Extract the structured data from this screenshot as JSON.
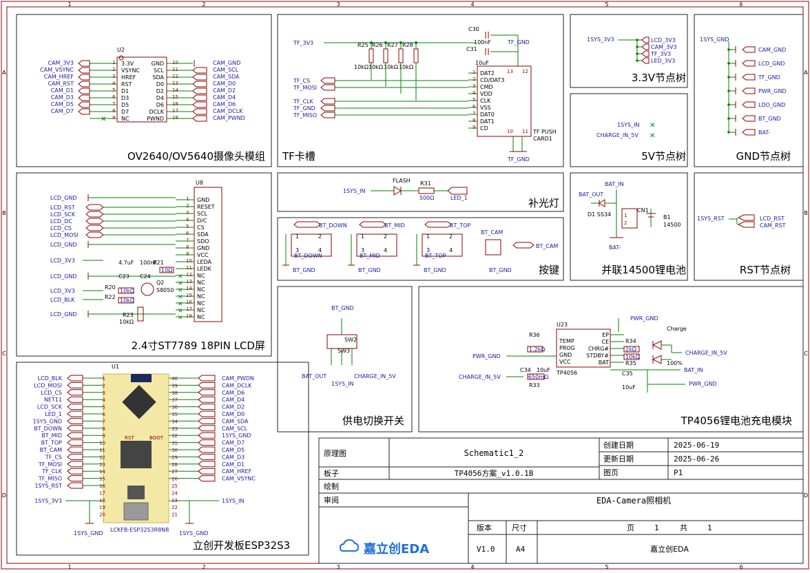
{
  "sheet": {
    "col_numbers": [
      "1",
      "2",
      "3",
      "4",
      "5",
      "6"
    ],
    "row_letters": [
      "A",
      "B",
      "C",
      "D"
    ]
  },
  "blocks": {
    "camera": "OV2640/OV5640摄像头模组",
    "tf": "TF卡槽",
    "node33": "3.3V节点树",
    "node5v": "5V节点树",
    "gnd": "GND节点树",
    "fill_light": "补光灯",
    "keys": "按键",
    "battery": "并联14500锂电池",
    "rst": "RST节点树",
    "lcd": "2.4寸ST7789 18PIN LCD屏",
    "power_switch": "供电切换开关",
    "tp4056": "TP4056锂电池充电模块",
    "esp32": "立创开发板ESP32S3"
  },
  "camera": {
    "ref": "U2",
    "left_nets": [
      "CAM_3V3",
      "CAM_VSYNC",
      "CAM_HREF",
      "CAM_RST",
      "CAM_D1",
      "CAM_D3",
      "CAM_D5",
      "CAM_D7"
    ],
    "left_pins": [
      "3.3V",
      "VSYNC",
      "HREF",
      "RST",
      "D1",
      "D3",
      "D5",
      "D7",
      "NC"
    ],
    "left_nums": [
      "1",
      "2",
      "3",
      "4",
      "5",
      "6",
      "7",
      "8",
      "9"
    ],
    "right_pins": [
      "GND",
      "SCL",
      "SDA",
      "D0",
      "D2",
      "D4",
      "D6",
      "DCLK",
      "PWND"
    ],
    "right_nums": [
      "10",
      "11",
      "12",
      "13",
      "14",
      "15",
      "16",
      "17",
      "18"
    ],
    "right_nets": [
      "CAM_GND",
      "CAM_SCL",
      "CAM_SDA",
      "CAM_D0",
      "CAM_D2",
      "CAM_D4",
      "CAM_D6",
      "CAM_DCLK",
      "CAM_PWND"
    ]
  },
  "tf": {
    "power_net": "TF_3V3",
    "resistors": [
      "R25",
      "R26",
      "R27",
      "R28"
    ],
    "res_values": [
      "10kΩ",
      "10kΩ",
      "10kΩ",
      "10kΩ"
    ],
    "caps": [
      "C30",
      "C31"
    ],
    "cap_values": [
      "100nF",
      "10uF"
    ],
    "gnd_net": "TF_GND",
    "left_nets": [
      "TF_CS",
      "TF_MOSI",
      "TF_CLK",
      "TF_GND",
      "TF_MISO"
    ],
    "pins": [
      "DAT2",
      "CD/DAT3",
      "CMD",
      "VDD",
      "CLK",
      "VSS",
      "DAT0",
      "DAT1",
      "CD"
    ],
    "pin_nums": [
      "1",
      "2",
      "3",
      "4",
      "5",
      "6",
      "7",
      "8",
      "9"
    ],
    "right_labels": [
      "TF PUSH",
      "CARD1"
    ],
    "top_nums": [
      "13",
      "12"
    ],
    "bottom_nums": [
      "10",
      "11"
    ]
  },
  "node33": {
    "source": "1SYS_3V3",
    "nets": [
      "LCD_3V3",
      "CAM_3V3",
      "TF_3V3",
      "LED_3V3"
    ]
  },
  "node5v": {
    "nets": [
      "1SYS_IN",
      "CHARGE_IN_5V"
    ]
  },
  "gnd": {
    "source": "1SYS_GND",
    "nets": [
      "CAM_GND",
      "LCD_GND",
      "TF_GND",
      "PWR_GND",
      "LDO_GND",
      "BT_GND",
      "BAT-"
    ]
  },
  "fill_light": {
    "in_net": "1SYS_IN",
    "led": "FLASH",
    "res": "R31",
    "res_value": "500Ω",
    "out_net": "LED_1"
  },
  "keys": {
    "nets": [
      "BT_DOWN",
      "BT_MID",
      "BT_TOP",
      "BT_CAM"
    ],
    "gnd": "BT_GND"
  },
  "battery": {
    "in_net": "BAT_IN",
    "out_net": "BAT_OUT",
    "diode": "D1 SS34",
    "conn": "CN1",
    "conn_pins": [
      "1",
      "2"
    ],
    "cell": "B1",
    "cell_type": "14500",
    "neg": "BAT-"
  },
  "rst": {
    "source": "1SYS_RST",
    "nets": [
      "LCD_RST",
      "CAM_RST"
    ]
  },
  "lcd": {
    "ref": "U8",
    "left_nets": [
      "LCD_GND",
      "LCD_RST",
      "LCD_SCK",
      "LCD_DC",
      "LCD_CS",
      "LCD_MOSI",
      "LCD_GND",
      "LCD_3V3",
      "LCD_GND",
      "LCD_3V3",
      "LCD_BLK",
      "LCD_GND"
    ],
    "pins": [
      "GND",
      "RESET",
      "SCL",
      "D/C",
      "CS",
      "SDA",
      "SDO",
      "GND",
      "VCC",
      "LEDA",
      "LEDK",
      "NC",
      "NC",
      "NC",
      "NC",
      "NC",
      "NC",
      "NC"
    ],
    "pin_nums": [
      "1",
      "2",
      "3",
      "4",
      "5",
      "6",
      "7",
      "8",
      "9",
      "10",
      "11",
      "12",
      "13",
      "14",
      "15",
      "16",
      "17",
      "18"
    ],
    "parts": [
      "C23",
      "C24",
      "R21",
      "Q2",
      "S8050",
      "R20",
      "R22",
      "R23"
    ],
    "values": [
      "4.7uF",
      "100nF",
      "10Ω",
      "10kΩ",
      "10kΩ",
      "10kΩ"
    ]
  },
  "power_switch": {
    "gnd": "BT_GND",
    "ref": "SW2",
    "sub": "SW3",
    "left": "BAT_OUT",
    "mid": "1SYS_IN",
    "right": "CHARGE_IN_5V"
  },
  "tp4056": {
    "top_net": "PWR_GND",
    "ref": "U23",
    "part": "TP4056",
    "left_pins": [
      "TEMP",
      "PROG",
      "GND",
      "VCC"
    ],
    "right_pins": [
      "EP",
      "CE",
      "CHRG#",
      "STDBY#",
      "BAT"
    ],
    "parts": [
      "R36",
      "C34",
      "R33",
      "R34",
      "R35",
      "C35"
    ],
    "values": [
      "1.2kΩ",
      "10uF",
      "650mΩ",
      "2kΩ",
      "10kΩ",
      "10uF"
    ],
    "left_nets": [
      "PWR_GND",
      "CHARGE_IN_5V"
    ],
    "right_nets": [
      "CHARGE_IN_5V",
      "BAT_IN",
      "PWR_GND"
    ],
    "led_labels": [
      "Charge",
      "100%"
    ]
  },
  "esp32": {
    "ref": "U1",
    "left_nets": [
      "LCD_BLK",
      "LCD_MOSI",
      "LCD_CS",
      "NET11",
      "LCD_SCK",
      "LED_1",
      "1SYS_GND",
      "BT_DOWN",
      "BT_MID",
      "BT_TOP",
      "BT_CAM",
      "TF_CS",
      "TF_MOSI",
      "TF_CLK",
      "TF_MISO",
      "1SYS_RST",
      "1SYS_3V3"
    ],
    "left_nums": [
      "1",
      "2",
      "3",
      "4",
      "5",
      "6",
      "7",
      "8",
      "9",
      "10",
      "11",
      "12",
      "13",
      "14",
      "15",
      "16",
      "17",
      "18",
      "19",
      "20"
    ],
    "right_nums": [
      "40",
      "39",
      "38",
      "37",
      "36",
      "35",
      "34",
      "33",
      "32",
      "31",
      "30",
      "29",
      "28",
      "27",
      "26",
      "25",
      "24",
      "23",
      "22",
      "21"
    ],
    "right_nets": [
      "CAM_PWDN",
      "CAM_DCLK",
      "CAM_D6",
      "CAM_D4",
      "CAM_D2",
      "CAM_D0",
      "CAM_SDA",
      "CAM_SCL",
      "1SYS_GND",
      "CAM_D7",
      "CAM_D5",
      "CAM_D3",
      "CAM_D1",
      "CAM_HREF",
      "CAM_VSYNC",
      "1SYS_IN"
    ],
    "gnd_labels": [
      "1SYS_GND",
      "1SYS_GND"
    ],
    "board_labels": [
      "RST",
      "BOOT"
    ],
    "part": "LCKFB-ESP32S3R8N8"
  },
  "title_block": {
    "schematic_label": "原理图",
    "schematic_name": "Schematic1_2",
    "board_label": "板子",
    "board_name": "TP4056方案_v1.0.1B",
    "drawn_label": "绘制",
    "review_label": "审阅",
    "created_label": "创建日期",
    "created": "2025-06-19",
    "updated_label": "更新日期",
    "updated": "2025-06-26",
    "page_label": "图页",
    "page": "P1",
    "project": "EDA-Camera照相机",
    "logo": "嘉立创EDA",
    "version_label": "版本",
    "version": "V1.0",
    "size_label": "尺寸",
    "size": "A4",
    "page_text": "页",
    "page_num": "1",
    "total_text": "共",
    "total_num": "1",
    "company": "嘉立创EDA"
  },
  "colors": {
    "frame": "#8b0000",
    "wire": "#008000",
    "net": "#1a1aa0",
    "component": "#8b0000",
    "logo": "#1e6fd9"
  }
}
